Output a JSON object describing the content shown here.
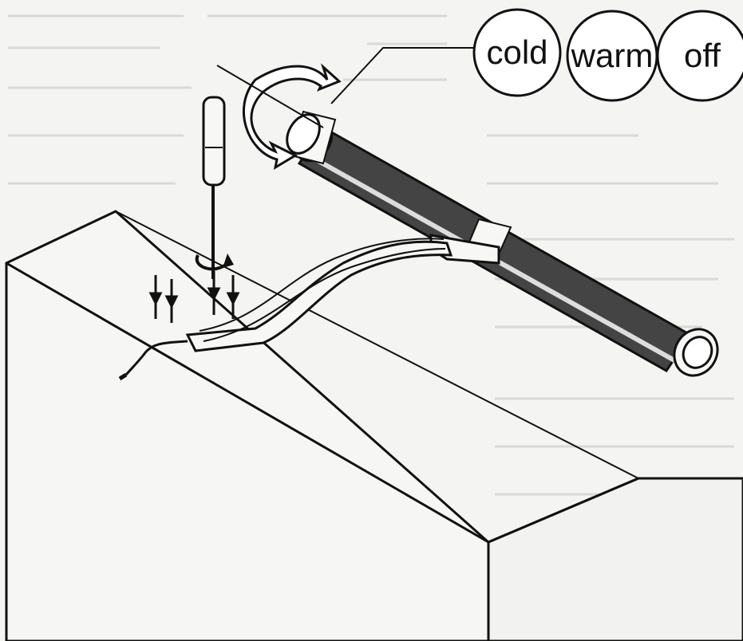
{
  "labels": {
    "cold": "cold",
    "warm": "warm",
    "off": "off"
  },
  "colors": {
    "paper": "#f4f4f2",
    "ink": "#111111",
    "tube": "#444444",
    "wall_shade": "#eeeeec"
  },
  "icons": {
    "rotation": "curved-arrow-icon",
    "screwdriver": "screwdriver-icon",
    "screw": "screw-icon"
  }
}
